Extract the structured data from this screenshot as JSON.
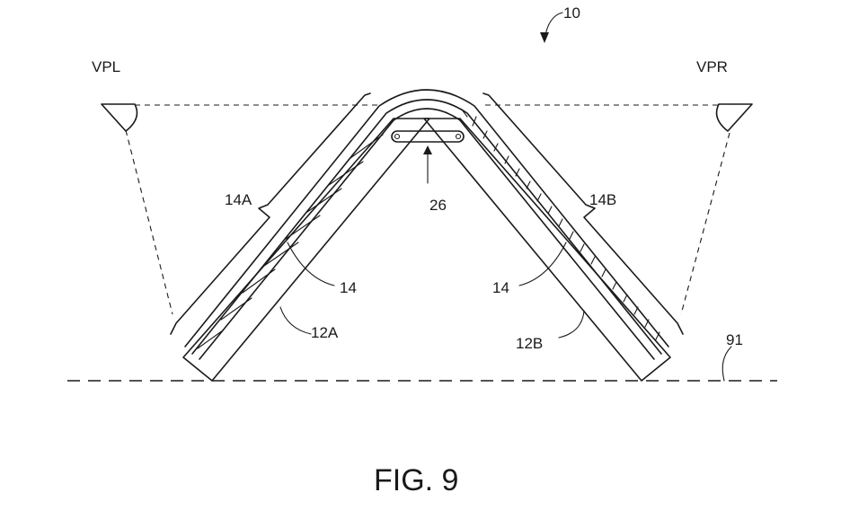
{
  "labels": {
    "ref_10": "10",
    "vpl": "VPL",
    "vpr": "VPR",
    "ref_14a": "14A",
    "ref_14b": "14B",
    "ref_26": "26",
    "ref_14_left": "14",
    "ref_14_right": "14",
    "ref_12a": "12A",
    "ref_12b": "12B",
    "ref_91": "91"
  },
  "caption": "FIG. 9"
}
